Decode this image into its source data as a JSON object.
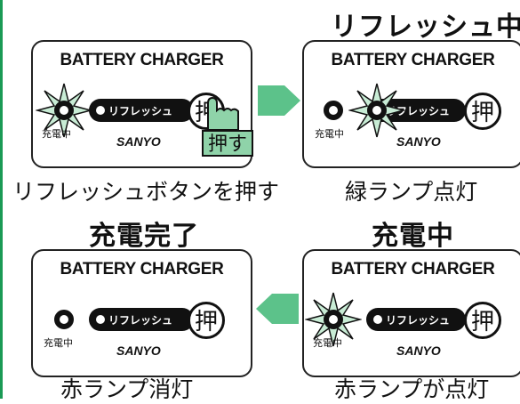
{
  "colors": {
    "accent_green": "#5cc28a",
    "lit_star_fill": "#c8ecd5",
    "frame": "#1a9a55"
  },
  "panel_common": {
    "title": "BATTERY CHARGER",
    "refresh_label": "リフレッシュ",
    "push_glyph": "押",
    "brand": "SANYO",
    "charge_label": "充電中"
  },
  "panels": {
    "top_left": {
      "caption": "リフレッシュボタンを押す",
      "push_tag": "押す"
    },
    "top_right": {
      "heading": "リフレッシュ中",
      "caption": "緑ランプ点灯"
    },
    "bottom_left": {
      "heading": "充電完了",
      "caption": "赤ランプ消灯"
    },
    "bottom_right": {
      "heading": "充電中",
      "caption": "赤ランプが点灯"
    }
  },
  "icons": [
    "starburst-icon",
    "arrow-right-icon",
    "arrow-left-icon",
    "pointing-hand-icon"
  ]
}
